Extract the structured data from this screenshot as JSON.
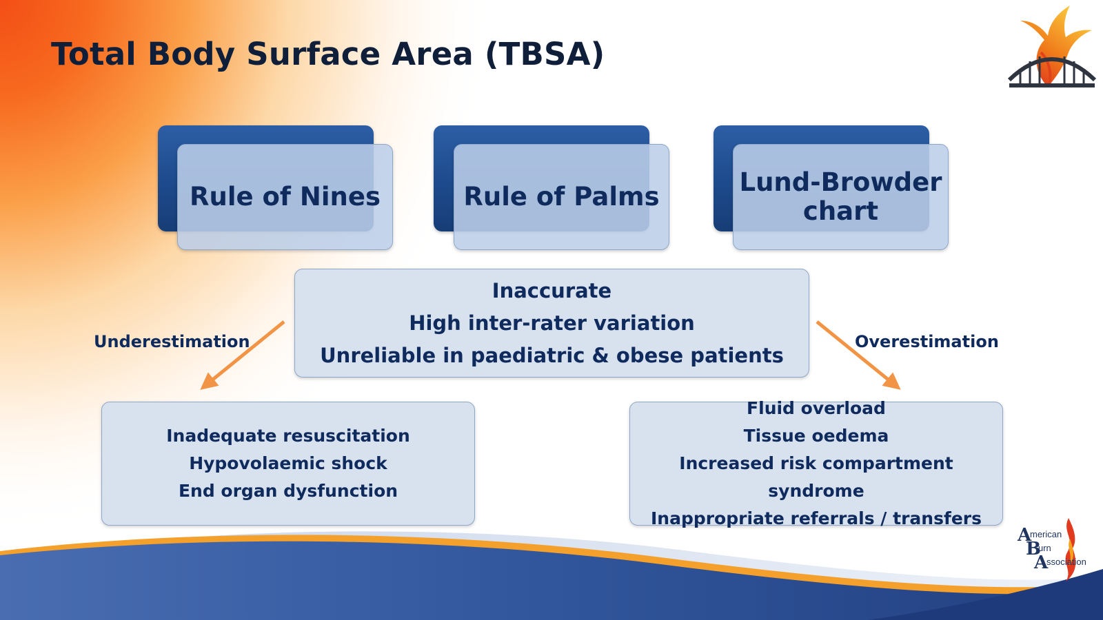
{
  "title": "Total Body Surface Area (TBSA)",
  "methods": [
    {
      "label": "Rule of Nines"
    },
    {
      "label": "Rule of Palms"
    },
    {
      "label": "Lund-Browder\nchart"
    }
  ],
  "center": {
    "lines": [
      "Inaccurate",
      "High inter-rater variation",
      "Unreliable in paediatric & obese patients"
    ]
  },
  "left_branch": {
    "label": "Underestimation",
    "lines": [
      "Inadequate resuscitation",
      "Hypovolaemic shock",
      "End organ dysfunction"
    ]
  },
  "right_branch": {
    "label": "Overestimation",
    "lines": [
      "Fluid overload",
      "Tissue oedema",
      "Increased risk compartment syndrome",
      "Inappropriate referrals / transfers"
    ]
  },
  "logo_aba": {
    "letters": [
      "A",
      "B",
      "A"
    ],
    "words": [
      "merican",
      "urn",
      "ssociation"
    ]
  },
  "icons": {
    "phoenix": "phoenix-bridge-logo",
    "aba": "american-burn-association-logo"
  },
  "colors": {
    "title": "#0f1f3a",
    "text": "#0f2a5c",
    "card_back": "#1d4a8c",
    "card_front": "#bccee8",
    "box_fill": "#d8e1ee",
    "arrow": "#f29446",
    "accent_orange": "#f4711f",
    "footer_blue": "#2c4f93"
  }
}
